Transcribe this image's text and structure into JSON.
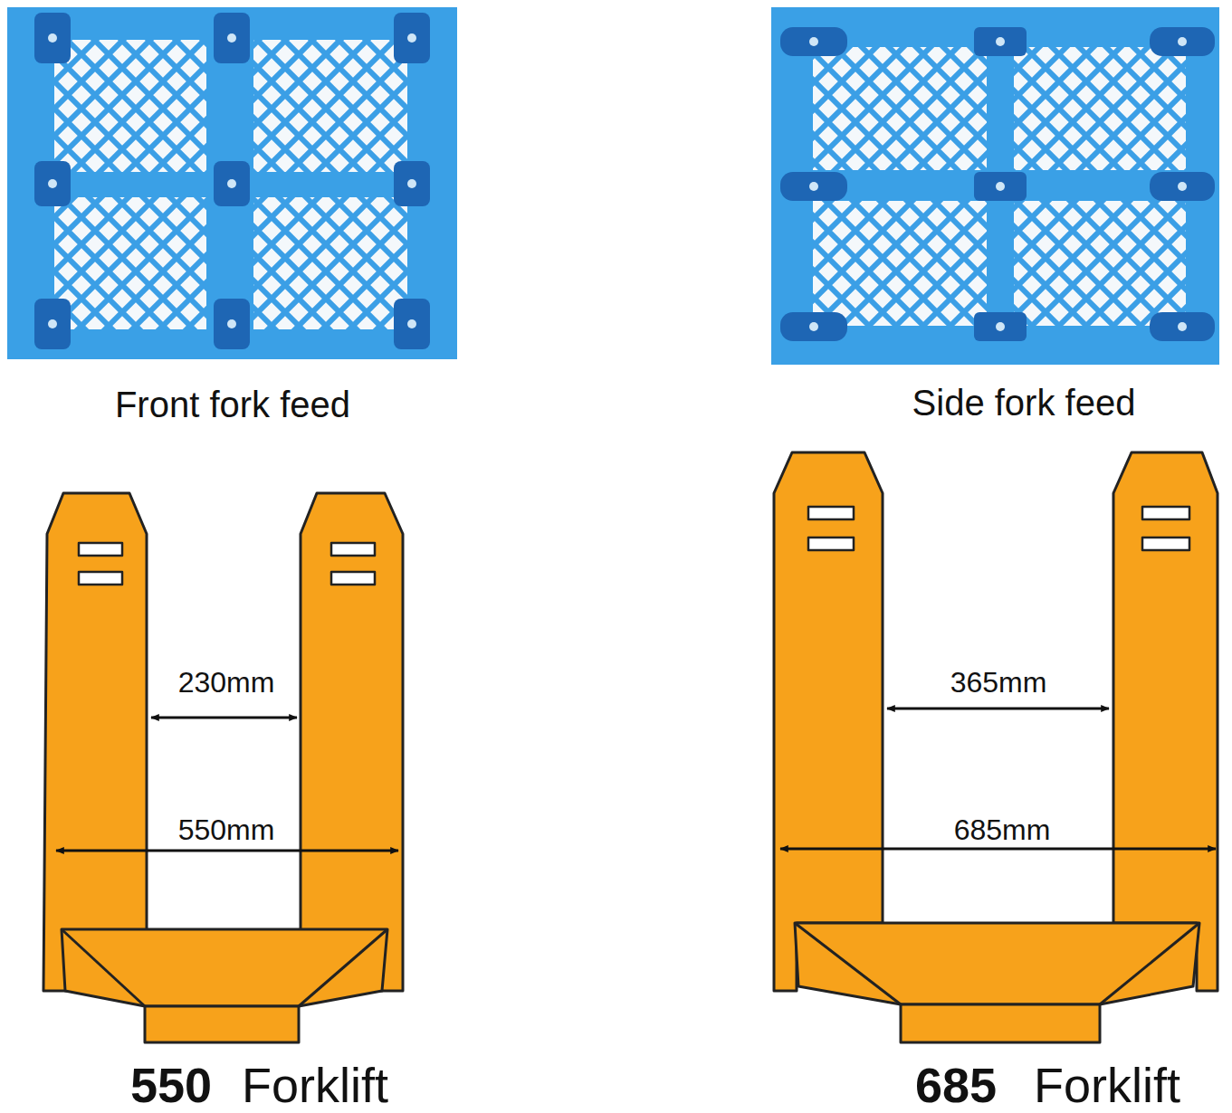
{
  "diagram": {
    "labels": [
      "Front fork feed",
      "Side fork feed",
      "230mm",
      "550mm",
      "365mm",
      "685mm",
      "550",
      "Forklift",
      "685",
      "Forklift"
    ]
  }
}
